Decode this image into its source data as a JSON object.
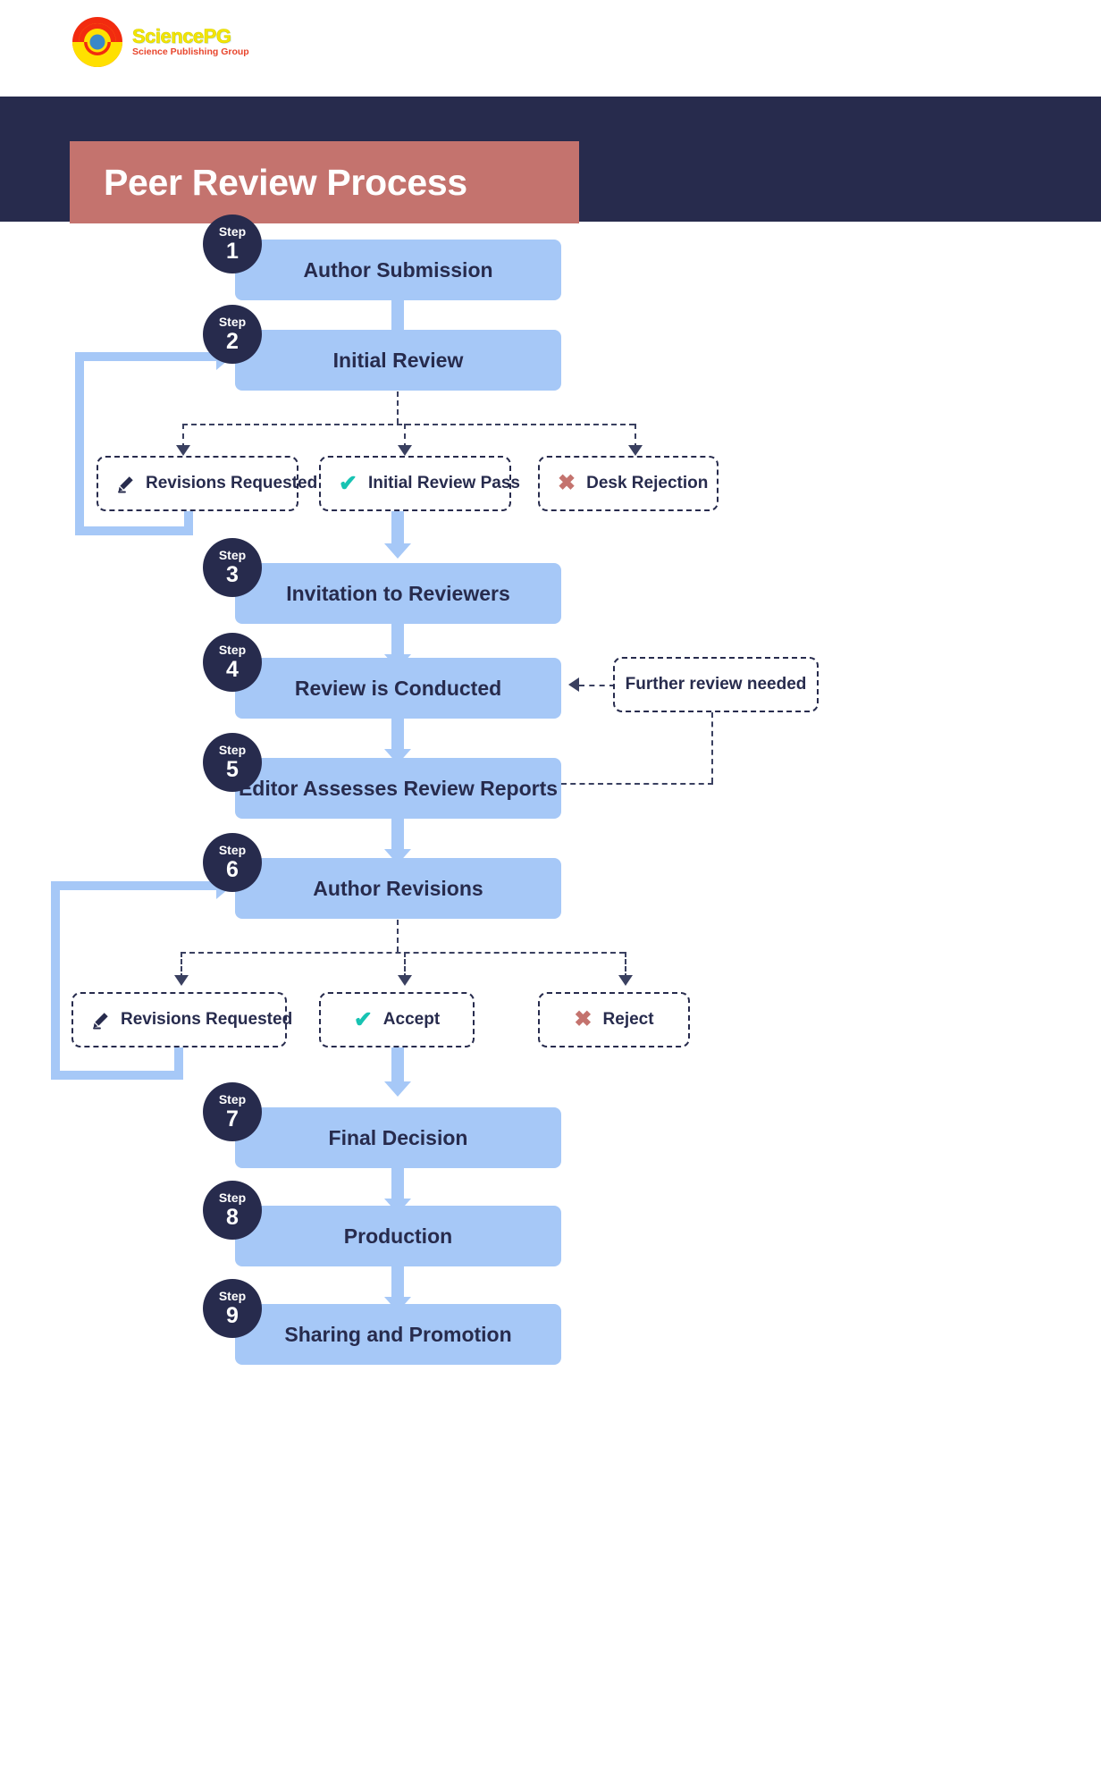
{
  "brand": {
    "logo_title": "SciencePG",
    "logo_subtitle": "Science Publishing Group",
    "logo_icon": "sciencepg-circular-emblem"
  },
  "header": {
    "title": "Peer Review Process",
    "band_color": "#272b4d",
    "title_box_color": "#c4736e"
  },
  "palette": {
    "step_box": "#a6c8f7",
    "step_badge": "#272b4d",
    "text_dark": "#272b4d",
    "accent_check": "#17c3b2",
    "accent_x": "#c4736e",
    "dashed_stroke": "#3a4060"
  },
  "flow": {
    "step_label": "Step",
    "steps": [
      {
        "number": "1",
        "title": "Author Submission"
      },
      {
        "number": "2",
        "title": "Initial Review"
      },
      {
        "number": "3",
        "title": "Invitation to Reviewers"
      },
      {
        "number": "4",
        "title": "Review is Conducted"
      },
      {
        "number": "5",
        "title": "Editor Assesses Review Reports"
      },
      {
        "number": "6",
        "title": "Author Revisions"
      },
      {
        "number": "7",
        "title": "Final Decision"
      },
      {
        "number": "8",
        "title": "Production"
      },
      {
        "number": "9",
        "title": "Sharing and Promotion"
      }
    ],
    "decision_row_1": [
      {
        "label": "Revisions Requested",
        "icon": "pencil-icon"
      },
      {
        "label": "Initial Review Pass",
        "icon": "check-icon"
      },
      {
        "label": "Desk Rejection",
        "icon": "x-icon"
      }
    ],
    "decision_row_2": [
      {
        "label": "Revisions Requested",
        "icon": "pencil-icon"
      },
      {
        "label": "Accept",
        "icon": "check-icon"
      },
      {
        "label": "Reject",
        "icon": "x-icon"
      }
    ],
    "note": {
      "label": "Further review needed"
    }
  }
}
